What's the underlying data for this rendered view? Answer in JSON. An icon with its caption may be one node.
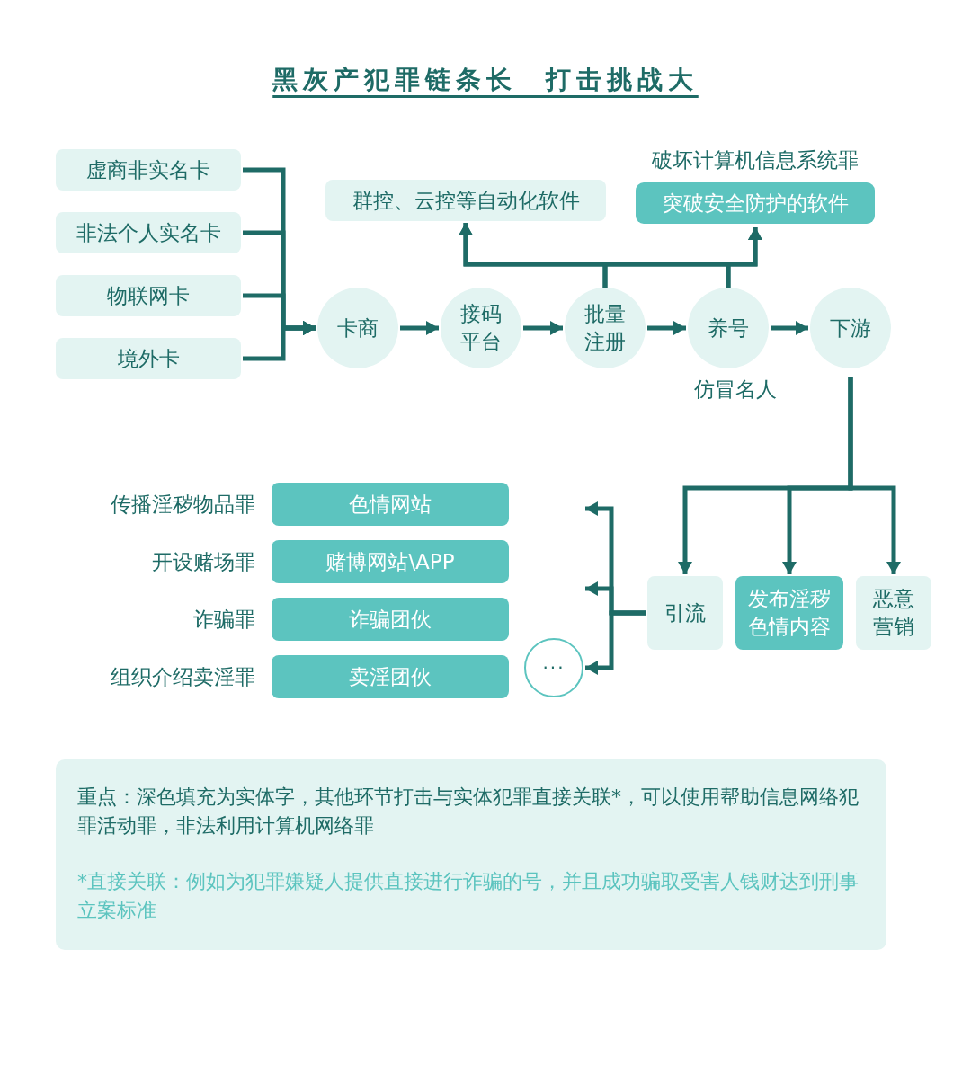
{
  "diagram": {
    "title": "黑灰产犯罪链条长  打击挑战大",
    "nodes": [
      {
        "text": [
          "虚商非实名卡"
        ]
      },
      {
        "text": [
          "非法个人实名卡"
        ]
      },
      {
        "text": [
          "物联网卡"
        ]
      },
      {
        "text": [
          "境外卡"
        ]
      },
      {
        "text": [
          "卡商"
        ]
      },
      {
        "text": [
          "接码平台"
        ]
      },
      {
        "text": [
          "批量注册"
        ]
      },
      {
        "text": [
          "养号"
        ],
        "beside": [
          "仿冒名人"
        ]
      },
      {
        "text": [
          "下游"
        ]
      },
      {
        "text": [
          "群控、云控等自动化软件"
        ]
      },
      {
        "text": [
          "破坏计算机信息系统罪",
          "突破安全防护的软件"
        ]
      },
      {
        "text": [
          "引流"
        ]
      },
      {
        "text": [
          "发布淫秽色情内容"
        ]
      },
      {
        "text": [
          "恶意营销"
        ]
      },
      {
        "text": [
          "···"
        ]
      },
      {
        "text": [
          "色情网站"
        ],
        "beside": [
          "传播淫秽物品罪"
        ]
      },
      {
        "text": [
          "赌博网站\\APP"
        ],
        "beside": [
          "开设赌场罪"
        ]
      },
      {
        "text": [
          "诈骗团伙"
        ],
        "beside": [
          "诈骗罪"
        ]
      },
      {
        "text": [
          "卖淫团伙"
        ],
        "beside": [
          "组织介绍卖淫罪"
        ]
      },
      {
        "text": [
          "重点：深色填充为实体字，其他环节打击与实体犯罪直接关联*，可以使用帮助信息网络犯罪活动罪，非法利用计算机网络罪",
          "*直接关联：例如为犯罪嫌疑人提供直接进行诈骗的号，并且成功骗取受害人钱财达到刑事立案标准"
        ]
      }
    ],
    "edges": [
      {
        "from": 0,
        "to": 4,
        "arrow": "to"
      },
      {
        "from": 1,
        "to": 4,
        "arrow": "to"
      },
      {
        "from": 2,
        "to": 4,
        "arrow": "to"
      },
      {
        "from": 3,
        "to": 4,
        "arrow": "to"
      },
      {
        "from": 4,
        "to": 5,
        "arrow": "to"
      },
      {
        "from": 5,
        "to": 6,
        "arrow": "to"
      },
      {
        "from": 6,
        "to": 7,
        "arrow": "to"
      },
      {
        "from": 7,
        "to": 8,
        "arrow": "to"
      },
      {
        "from": 6,
        "to": 9,
        "arrow": "to"
      },
      {
        "from": 6,
        "to": 10,
        "arrow": "to"
      },
      {
        "from": 7,
        "to": 9,
        "arrow": "to"
      },
      {
        "from": 7,
        "to": 10,
        "arrow": "to"
      },
      {
        "from": 8,
        "to": 11,
        "arrow": "to"
      },
      {
        "from": 8,
        "to": 12,
        "arrow": "to"
      },
      {
        "from": 8,
        "to": 13,
        "arrow": "to"
      },
      {
        "from": 11,
        "to": null,
        "arrow": "to"
      },
      {
        "from": 11,
        "to": null,
        "arrow": "to"
      },
      {
        "from": 11,
        "to": 14,
        "arrow": "to"
      }
    ]
  }
}
